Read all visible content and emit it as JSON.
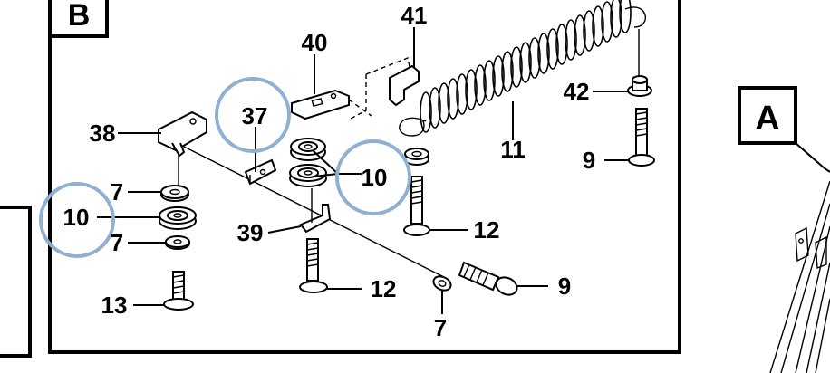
{
  "panel_b": {
    "letter": "B"
  },
  "panel_a": {
    "letter": "A"
  },
  "callouts": {
    "c41": "41",
    "c40": "40",
    "c37": "37",
    "c38": "38",
    "c42": "42",
    "c11": "11",
    "c9_right": "9",
    "c10_mid": "10",
    "c7_top": "7",
    "c10_left": "10",
    "c7_mid": "7",
    "c39": "39",
    "c12_right": "12",
    "c12_bottom": "12",
    "c9_bottom": "9",
    "c13": "13",
    "c7_bottom": "7"
  },
  "highlight_color": "#8fb0d0"
}
